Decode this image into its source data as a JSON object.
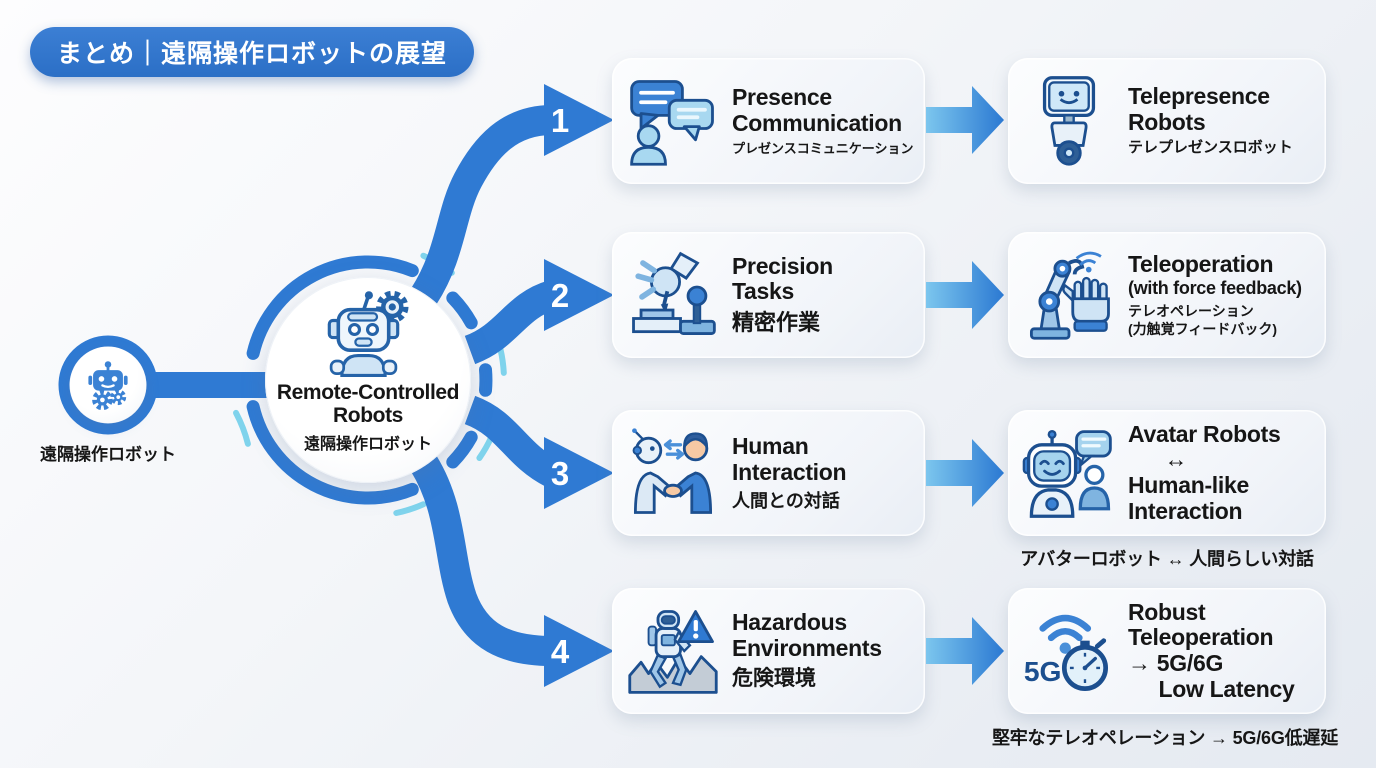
{
  "title_badge": "まとめ｜遠隔操作ロボットの展望",
  "source_node": {
    "label_ja": "遠隔操作ロボット",
    "icon": "small-robot-gears-icon"
  },
  "root_node": {
    "title": "Remote-Controlled\nRobots",
    "label_ja": "遠隔操作ロボット",
    "icon": "robot-head-gear-icon"
  },
  "icons": {
    "fiveg_label": "5G"
  },
  "branches": [
    {
      "number": "1",
      "need": {
        "title": "Presence\nCommunication",
        "ja": "プレゼンスコミュニケーション",
        "icon": "speech-bubbles-person-icon"
      },
      "solution": {
        "title": "Telepresence\nRobots",
        "ja": "テレプレゼンスロボット",
        "icon": "telepresence-robot-icon"
      }
    },
    {
      "number": "2",
      "need": {
        "title": "Precision\nTasks",
        "ja": "精密作業",
        "icon": "robot-gripper-joystick-icon"
      },
      "solution": {
        "title": "Teleoperation",
        "suffix": "(with force feedback)",
        "ja": "テレオペレーション\n(力触覚フィードバック)",
        "icon": "robot-arm-glove-signal-icon"
      }
    },
    {
      "number": "3",
      "need": {
        "title": "Human\nInteraction",
        "ja": "人間との対話",
        "icon": "robot-human-handshake-icon"
      },
      "solution": {
        "title": "Avatar Robots\n      ↔\nHuman-like\nInteraction",
        "caption": "アバターロボット ↔ 人間らしい対話",
        "icon": "avatar-robot-chat-icon"
      }
    },
    {
      "number": "4",
      "need": {
        "title": "Hazardous\nEnvironments",
        "ja": "危険環境",
        "icon": "hazard-robot-terrain-icon"
      },
      "solution": {
        "title": "Robust\nTeleoperation\n→ 5G/6G\n     Low Latency",
        "caption": "堅牢なテレオペレーション → 5G/6G低遅延",
        "icon": "wifi-5g-stopwatch-icon"
      }
    }
  ],
  "colors": {
    "primary_blue": "#2f7ad3",
    "badge_blue": "#2e74cc",
    "cyan_accent": "#7fd3ec",
    "text": "#161616",
    "card_bg": "#f2f5f9"
  }
}
